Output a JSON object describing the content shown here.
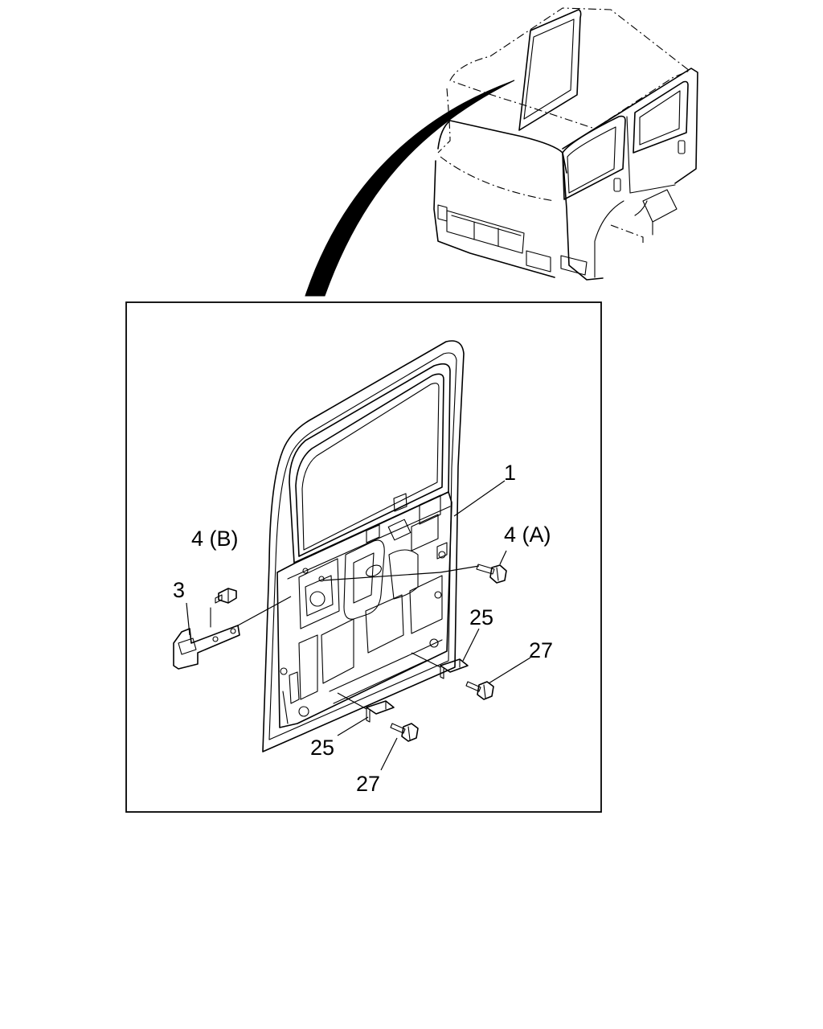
{
  "callouts": {
    "door_panel": "1",
    "hinge": "3",
    "bolt_b": "4 (B)",
    "bolt_a": "4 (A)",
    "bracket_right": "25",
    "bracket_left": "25",
    "screw_right": "27",
    "screw_left": "27"
  }
}
